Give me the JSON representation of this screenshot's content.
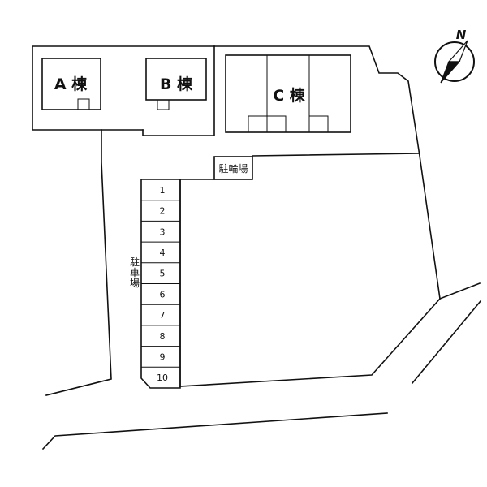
{
  "buildings": {
    "a_label": "A 棟",
    "b_label": "B 棟",
    "c_label": "C 棟"
  },
  "bicycle_parking_label": "駐輪場",
  "parking_label_chars": [
    "駐",
    "車",
    "場"
  ],
  "parking_slots": [
    "1",
    "2",
    "3",
    "4",
    "5",
    "6",
    "7",
    "8",
    "9",
    "10"
  ],
  "compass": {
    "label": "N"
  }
}
